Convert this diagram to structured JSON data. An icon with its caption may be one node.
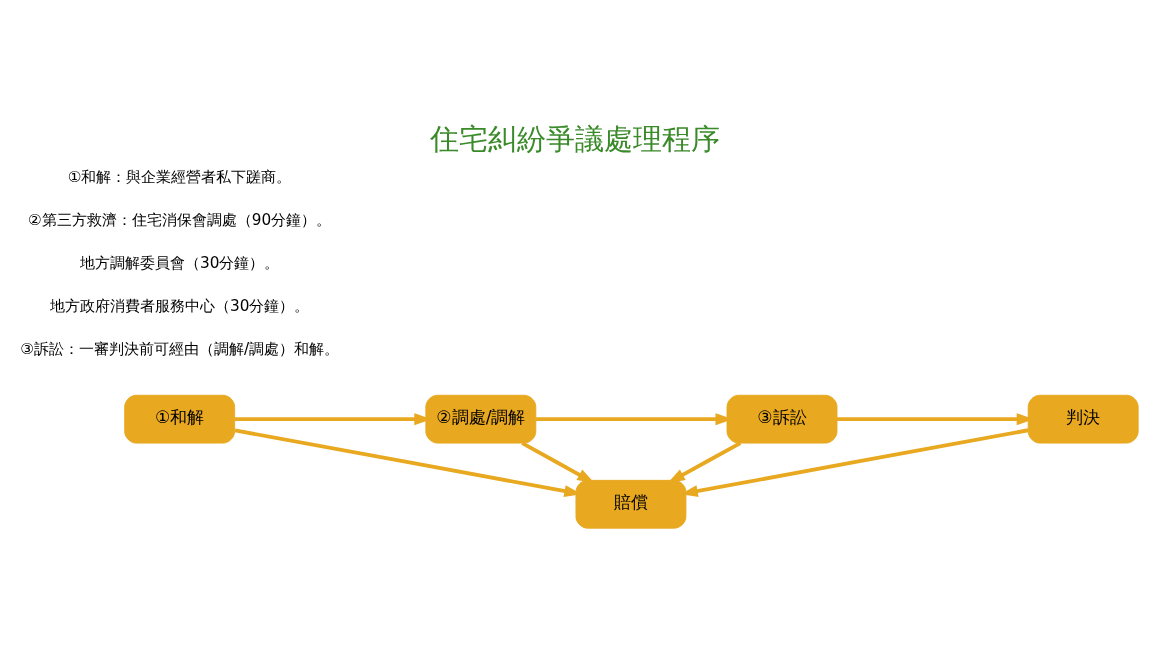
{
  "diagram": {
    "title": "住宅糾紛爭議處理程序",
    "nodes": [
      {
        "text": [
          "①和解"
        ]
      },
      {
        "text": [
          "②調處/調解"
        ]
      },
      {
        "text": [
          "③訴訟"
        ]
      },
      {
        "text": [
          "判決"
        ]
      },
      {
        "text": [
          "賠償"
        ]
      }
    ],
    "edges": [
      {
        "from": 0,
        "to": 1,
        "arrow": "to"
      },
      {
        "from": 1,
        "to": 2,
        "arrow": "to"
      },
      {
        "from": 2,
        "to": 3,
        "arrow": "to"
      },
      {
        "from": 3,
        "to": 4,
        "arrow": "to"
      },
      {
        "from": 0,
        "to": 4,
        "arrow": "to"
      },
      {
        "from": 1,
        "to": 4,
        "arrow": "to"
      },
      {
        "from": 2,
        "to": 4,
        "arrow": "to"
      }
    ],
    "labels": [
      "①和解：與企業經營者私下蹉商。",
      "②第三方救濟：住宅消保會調處（90分鐘）。",
      "地方調解委員會（30分鐘）。",
      "地方政府消費者服務中心（30分鐘）。",
      "③訴訟：一審判決前可經由（調解/調處）和解。"
    ]
  }
}
